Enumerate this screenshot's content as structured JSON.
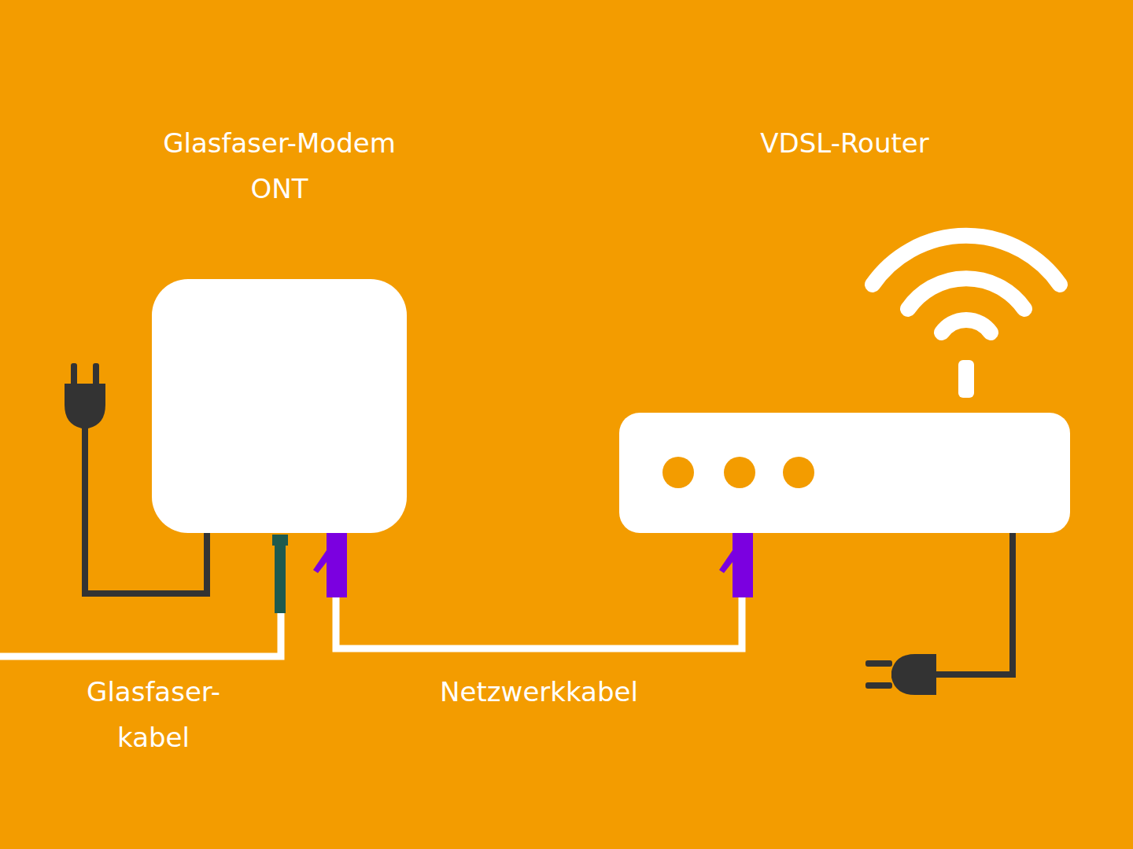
{
  "diagram": {
    "nodes": [
      {
        "text": [
          "Glasfaser-Modem ONT"
        ]
      },
      {
        "text": [
          "VDSL-Router"
        ]
      }
    ],
    "edges": [
      {
        "from": 0,
        "to": 1,
        "arrow": "none",
        "label": "Netzwerkkabel"
      }
    ],
    "labels": [
      "Glasfaser- kabel"
    ]
  }
}
